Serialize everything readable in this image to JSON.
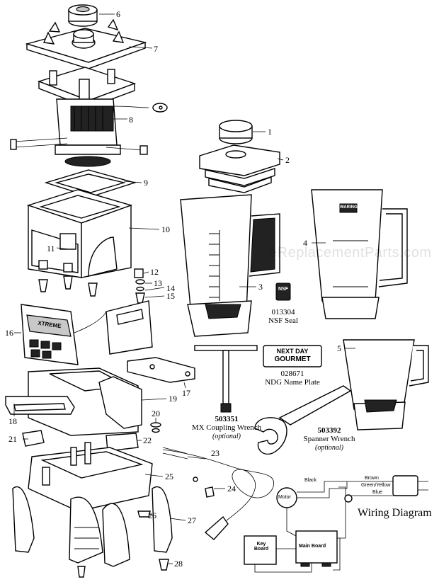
{
  "watermark": "eReplacementParts.com",
  "part_numbers": [
    "1",
    "2",
    "3",
    "4",
    "5",
    "6",
    "7",
    "8",
    "9",
    "10",
    "11",
    "12",
    "13",
    "14",
    "15",
    "16",
    "17",
    "18",
    "19",
    "20",
    "21",
    "22",
    "23",
    "24",
    "25",
    "26",
    "27",
    "28"
  ],
  "captions": {
    "nsf_code": "013304",
    "nsf_name": "NSF Seal",
    "nsf_badge": "NSF",
    "ndg_code": "028671",
    "ndg_name": "NDG Name Plate",
    "ndg_badge_line1": "NEXT DAY",
    "ndg_badge_line2": "GOURMET",
    "mx_code": "503351",
    "mx_name": "MX Coupling Wrench",
    "mx_note": "(optional)",
    "spanner_code": "503392",
    "spanner_name": "Spanner Wrench",
    "spanner_note": "(optional)",
    "waring_badge": "WARING"
  },
  "wiring": {
    "title": "Wiring Diagram",
    "motor": "Motor",
    "keyboard": "Key Board",
    "mainboard": "Main Board",
    "wire_black": "Black",
    "wire_brown": "Brown",
    "wire_gy": "Green/Yellow",
    "wire_blue": "Blue"
  },
  "panel_brand": "XTREME"
}
